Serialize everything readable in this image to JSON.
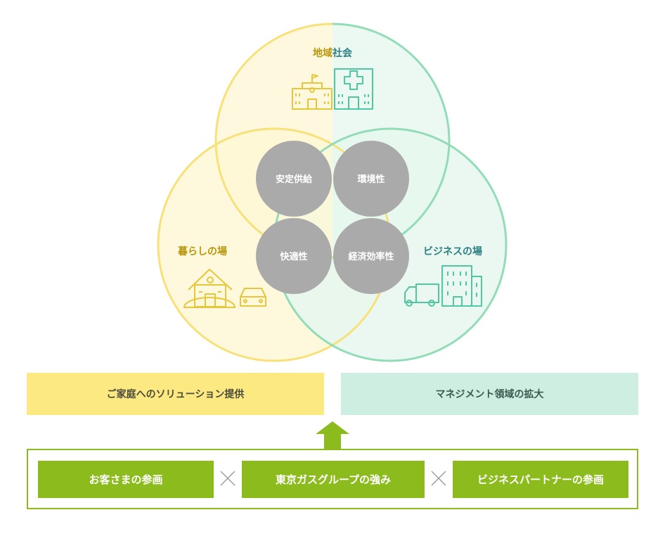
{
  "venn": {
    "top_label": "地域社会",
    "left_label": "暮らしの場",
    "right_label": "ビジネスの場",
    "values": [
      "安定供給",
      "環境性",
      "快適性",
      "経済効率性"
    ]
  },
  "bars": {
    "left": "ご家庭へのソリューション提供",
    "right": "マネジメント領域の拡大"
  },
  "foundation": {
    "items": [
      "お客さまの参画",
      "東京ガスグループの強み",
      "ビジネスパートナーの参画"
    ],
    "operator": "×"
  },
  "colors": {
    "yellow_fill": "#fef8d6",
    "yellow_stroke": "#f7e178",
    "green_fill": "#e6f7ef",
    "green_stroke": "#92dcb8",
    "gray_circle": "#aaaaaa",
    "accent_green": "#8cbb1e",
    "label_yellow": "#b8960c",
    "label_teal": "#2c7f82"
  },
  "icons": [
    "school-icon",
    "hospital-icon",
    "house-icon",
    "car-icon",
    "truck-icon",
    "office-building-icon",
    "arrow-up-icon",
    "times-icon"
  ]
}
